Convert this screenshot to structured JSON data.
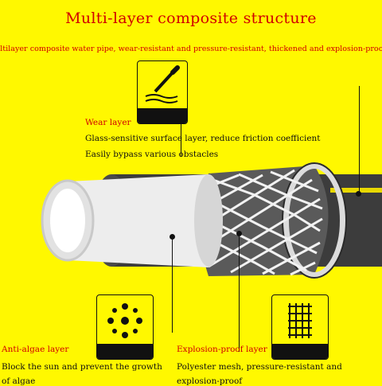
{
  "header": {
    "title": "Multi-layer composite structure",
    "subtitle": "ultilayer composite water pipe, wear-resistant and pressure-resistant, thickened and explosion-proo"
  },
  "wear_layer": {
    "title": "Wear layer",
    "line1": "Glass-sensitive surface layer, reduce friction coefficient",
    "line2": "Easily bypass various obstacles",
    "icon": "knife-scraping-icon"
  },
  "anti_algae_layer": {
    "title": "Anti-algae layer",
    "line1": "Block the sun and prevent the growth",
    "line2": "of algae",
    "icon": "dots-pattern-icon"
  },
  "explosion_proof_layer": {
    "title": "Explosion-proof layer",
    "line1": "Polyester mesh, pressure-resistant and",
    "line2": "explosion-proof",
    "icon": "mesh-grid-icon"
  },
  "colors": {
    "background": "#FFF800",
    "accent_text": "#D10000",
    "outer_layer": "#3C3C3C",
    "inner_tube": "#EDEDED"
  }
}
